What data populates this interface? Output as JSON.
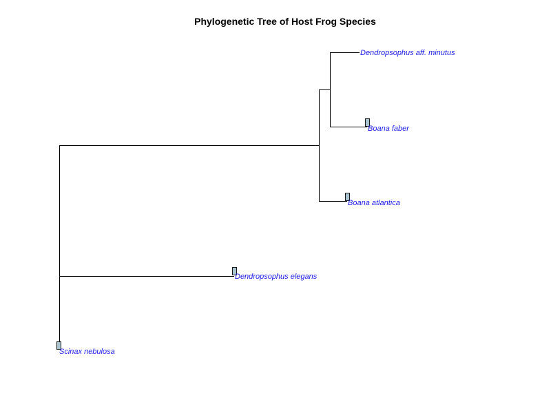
{
  "title": "Phylogenetic Tree of Host Frog Species",
  "tips": [
    {
      "label": "Dendropsophus aff. minutus"
    },
    {
      "label": "Boana faber"
    },
    {
      "label": "Boana atlantica"
    },
    {
      "label": "Dendropsophus elegans"
    },
    {
      "label": "Scinax nebulosa"
    }
  ],
  "colors": {
    "tip_label": "#1c1ce6",
    "branch": "#000000",
    "marker_fill": "#a9c4cf",
    "marker_border": "#1a1a1a"
  }
}
